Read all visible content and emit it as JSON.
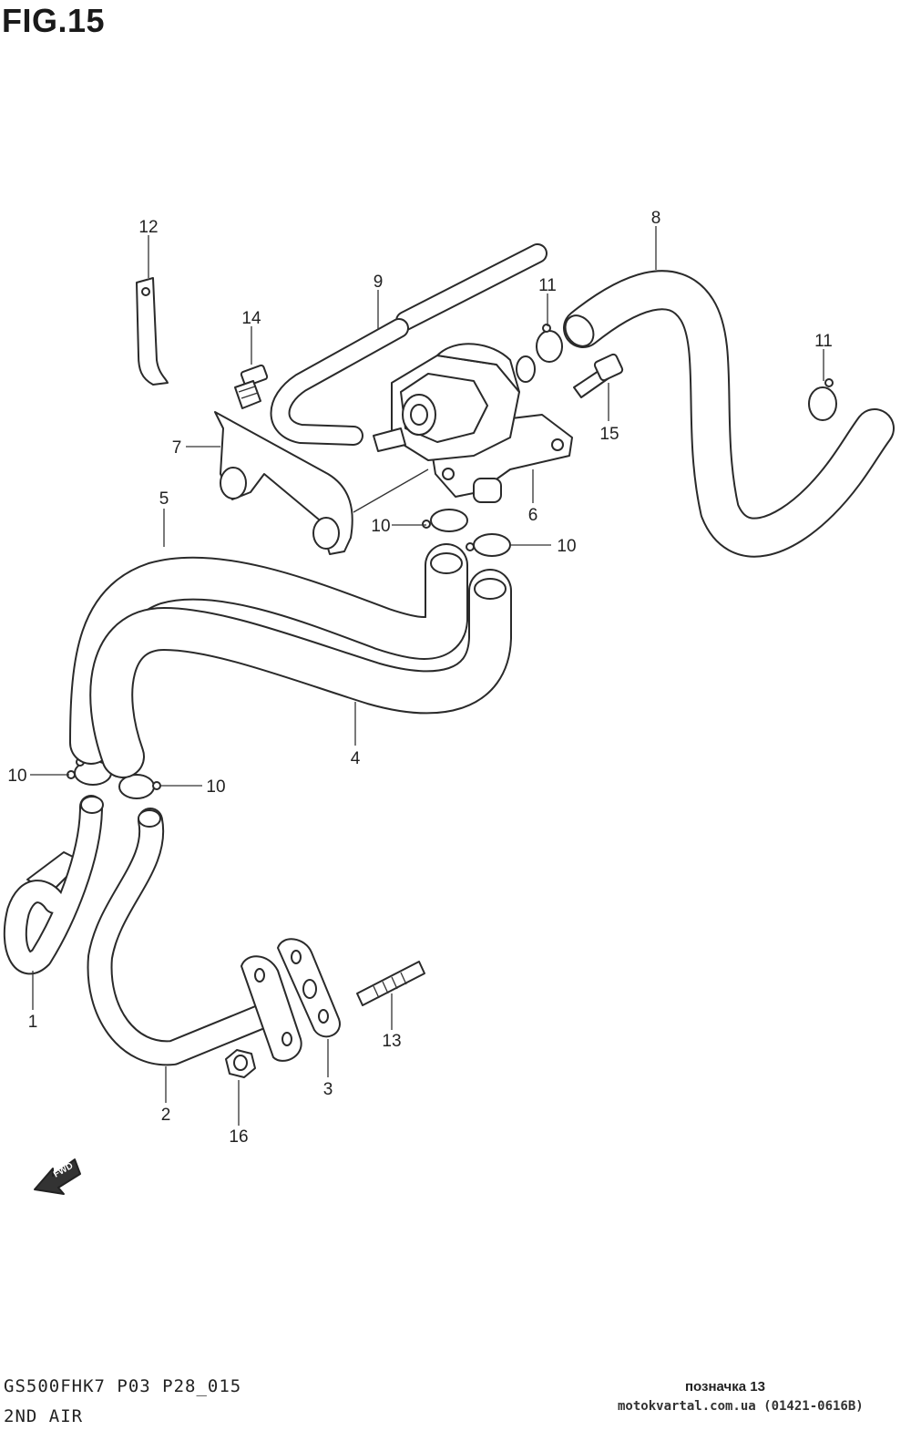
{
  "figure": {
    "title": "FIG.15"
  },
  "callouts": {
    "c1": "1",
    "c2": "2",
    "c3": "3",
    "c4": "4",
    "c5": "5",
    "c6": "6",
    "c7": "7",
    "c8": "8",
    "c9": "9",
    "c10": "10",
    "c11": "11",
    "c12": "12",
    "c13": "13",
    "c14": "14",
    "c15": "15",
    "c16": "16"
  },
  "fwd_label": "FWD",
  "footer": {
    "model_code": "GS500FHK7  P03 P28_015",
    "section_name": "2ND AIR",
    "note": "позначка 13",
    "site": "motokvartal.com.ua (01421-0616B)"
  }
}
